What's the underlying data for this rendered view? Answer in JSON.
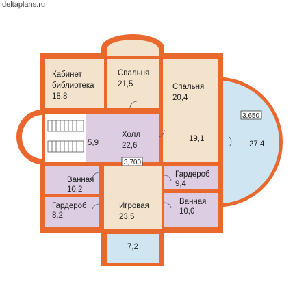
{
  "site": {
    "label": "deltaplans.ru"
  },
  "colors": {
    "wall": "#e8682e",
    "wall_outline": "#b94a1d",
    "room_beige": "#f4e3cc",
    "room_lilac": "#dccde3",
    "room_blue": "#cfe6f2",
    "stair": "#ffffff"
  },
  "rooms": [
    {
      "id": "cabinet",
      "name_line1": "Кабинет",
      "name_line2": "библиотека",
      "area": "18,8"
    },
    {
      "id": "bedroom1",
      "name": "Спальня",
      "area": "21,5"
    },
    {
      "id": "bedroom2",
      "name": "Спальня",
      "area": "20,4"
    },
    {
      "id": "corridor",
      "area": "19,1"
    },
    {
      "id": "hall",
      "name": "Холл",
      "area": "22,6"
    },
    {
      "id": "stair_landing",
      "area": "5,9"
    },
    {
      "id": "bath1",
      "name": "Ванная",
      "area": "10,2"
    },
    {
      "id": "wardrobe1",
      "name": "Гардероб",
      "area": "8,2"
    },
    {
      "id": "playroom",
      "name": "Игровая",
      "area": "23,5"
    },
    {
      "id": "wardrobe2",
      "name": "Гардероб",
      "area": "9,4"
    },
    {
      "id": "bath2",
      "name": "Ванная",
      "area": "10,0"
    },
    {
      "id": "terrace",
      "area": "27,4"
    },
    {
      "id": "balcony",
      "area": "7,2"
    }
  ],
  "levels": {
    "hall": "3,700",
    "terrace": "3,650"
  }
}
